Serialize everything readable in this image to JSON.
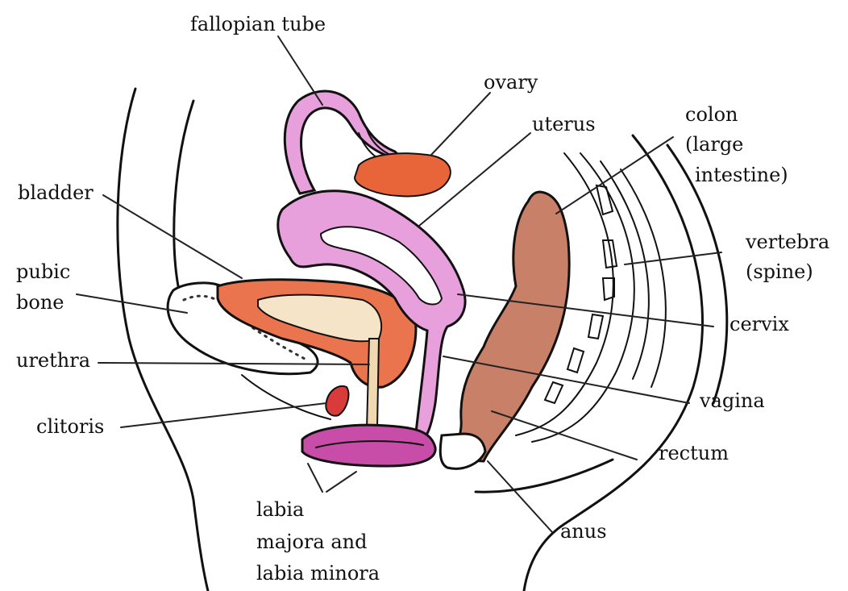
{
  "labels": {
    "fallopian_tube": "fallopian tube",
    "ovary": "ovary",
    "uterus": "uterus",
    "colon_1": "colon",
    "colon_2": "(large",
    "colon_3": "intestine)",
    "bladder": "bladder",
    "vertebra_1": "vertebra",
    "vertebra_2": "(spine)",
    "pubic_1": "pubic",
    "pubic_2": "bone",
    "cervix": "cervix",
    "urethra": "urethra",
    "vagina": "vagina",
    "clitoris": "clitoris",
    "rectum": "rectum",
    "labia_1": "labia",
    "labia_2": "majora and",
    "labia_3": "labia minora",
    "anus": "anus"
  },
  "colors": {
    "uterus_fill": "#e8a0dc",
    "bladder_fill": "#e9744e",
    "bladder_inner": "#f6e4c8",
    "ovary_fill": "#e8653a",
    "colon_fill": "#c98068",
    "labia_fill": "#c84da8",
    "clitoris_fill": "#d93a3a",
    "urethra_fill": "#f0d9b0"
  }
}
